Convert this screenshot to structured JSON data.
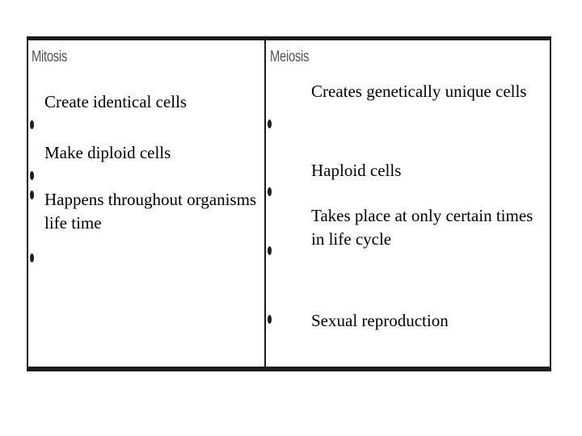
{
  "table": {
    "columns": [
      {
        "header": "Mitosis",
        "items": [
          {
            "marker": "oval-bullet",
            "text": "Create identical cells"
          },
          {
            "marker": "oval-bullet",
            "text": "Make diploid cells"
          },
          {
            "marker": "oval-bullet",
            "text": "Happens throughout organisms life time"
          },
          {
            "marker": "oval-bullet",
            "text": ""
          }
        ]
      },
      {
        "header": "Meiosis",
        "items": [
          {
            "marker": "oval-bullet",
            "text": "Creates genetically unique cells"
          },
          {
            "marker": "oval-bullet",
            "text": "Haploid cells"
          },
          {
            "marker": "oval-bullet",
            "text": "Takes place at only certain times in life cycle"
          },
          {
            "marker": "oval-bullet",
            "text": "Sexual reproduction"
          }
        ]
      }
    ]
  },
  "colors": {
    "page_background": "#ffffff",
    "border": "#1c1c1c",
    "header_text": "#56534f",
    "body_text": "#000000",
    "bullet": "#231f18"
  }
}
